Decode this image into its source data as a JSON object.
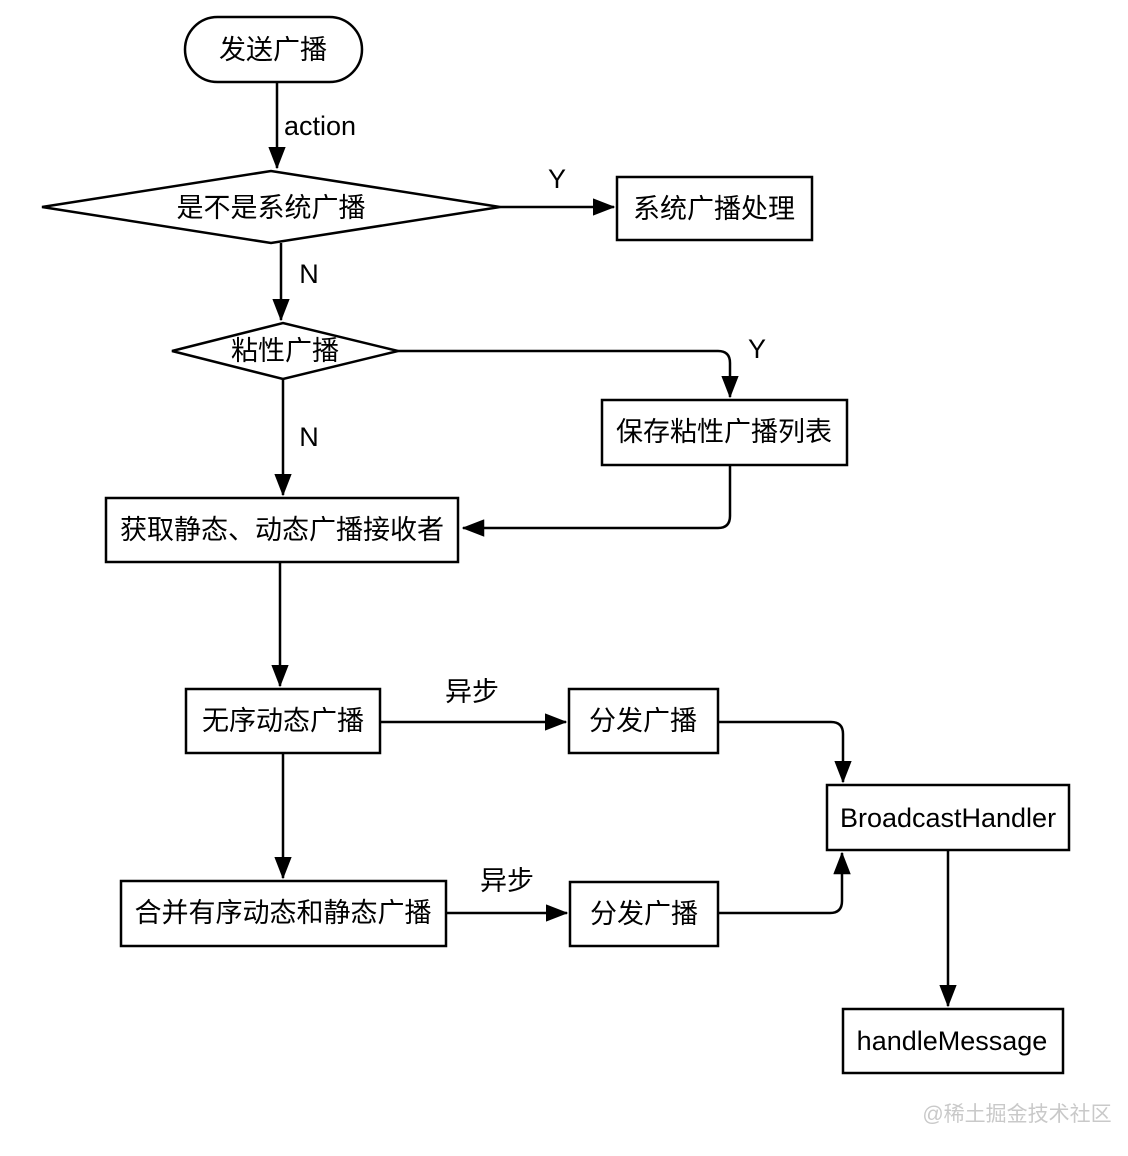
{
  "flowchart": {
    "nodes": {
      "start": "发送广播",
      "is_system_broadcast": "是不是系统广播",
      "system_broadcast_handling": "系统广播处理",
      "sticky_broadcast": "粘性广播",
      "save_sticky_list": "保存粘性广播列表",
      "get_receivers": "获取静态、动态广播接收者",
      "unordered_dynamic": "无序动态广播",
      "dispatch": "分发广播",
      "merge_ordered_static": "合并有序动态和静态广播",
      "broadcast_handler": "BroadcastHandler",
      "handle_message": "handleMessage"
    },
    "edge_labels": {
      "action": "action",
      "yes": "Y",
      "no": "N",
      "async": "异步"
    },
    "watermark": "@稀土掘金技术社区",
    "colors": {
      "stroke": "#000000",
      "background": "#ffffff",
      "watermark": "#c9c9c9"
    }
  }
}
